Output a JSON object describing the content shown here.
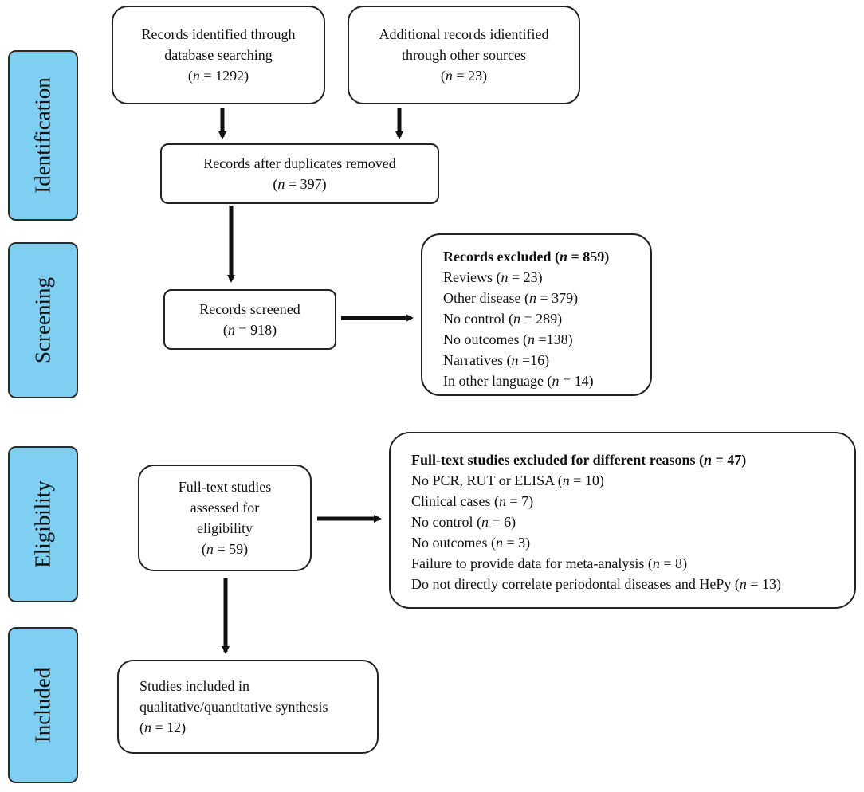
{
  "stages": [
    {
      "id": "identification",
      "label": "Identification"
    },
    {
      "id": "screening",
      "label": "Screening"
    },
    {
      "id": "eligibility",
      "label": "Eligibility"
    },
    {
      "id": "included",
      "label": "Included"
    }
  ],
  "n_symbol": "n",
  "boxes": {
    "database": {
      "lines": [
        "Records identified through",
        "database searching"
      ],
      "count": "= 1292"
    },
    "other_sources": {
      "lines": [
        "Additional records idientified",
        "through other sources"
      ],
      "count": "= 23"
    },
    "duplicates": {
      "lines": [
        "Records after duplicates removed"
      ],
      "count": "= 397"
    },
    "screened": {
      "lines": [
        "Records screened"
      ],
      "count": "= 918"
    },
    "full_text": {
      "lines": [
        "Full-text studies",
        "assessed for",
        "eligibility"
      ],
      "count": "= 59"
    },
    "included": {
      "lines": [
        "Studies included in",
        "qualitative/quantitative synthesis"
      ],
      "count": "= 12"
    }
  },
  "records_excluded": {
    "title": "Records excluded",
    "title_count": "= 859",
    "items": [
      {
        "label": "Reviews",
        "count": "= 23"
      },
      {
        "label": "Other disease",
        "count": "= 379"
      },
      {
        "label": "No control",
        "count": "= 289"
      },
      {
        "label": "No outcomes",
        "count": "=138"
      },
      {
        "label": "Narratives",
        "count": "=16"
      },
      {
        "label": "In other language",
        "count": "= 14"
      }
    ]
  },
  "fulltext_excluded": {
    "title": "Full-text studies excluded for different reasons",
    "title_count": "= 47",
    "items": [
      {
        "label": "No PCR, RUT or ELISA",
        "count": "= 10"
      },
      {
        "label": "Clinical cases",
        "count": "= 7"
      },
      {
        "label": "No control",
        "count": "= 6"
      },
      {
        "label": "No outcomes",
        "count": "= 3"
      },
      {
        "label": "Failure to provide data for meta-analysis",
        "count": "= 8"
      },
      {
        "label": "Do not directly correlate periodontal diseases and HePy",
        "count": "= 13"
      }
    ]
  },
  "colors": {
    "stage_fill": "#7ecff2",
    "stroke": "#222222",
    "arrow": "#111111"
  }
}
